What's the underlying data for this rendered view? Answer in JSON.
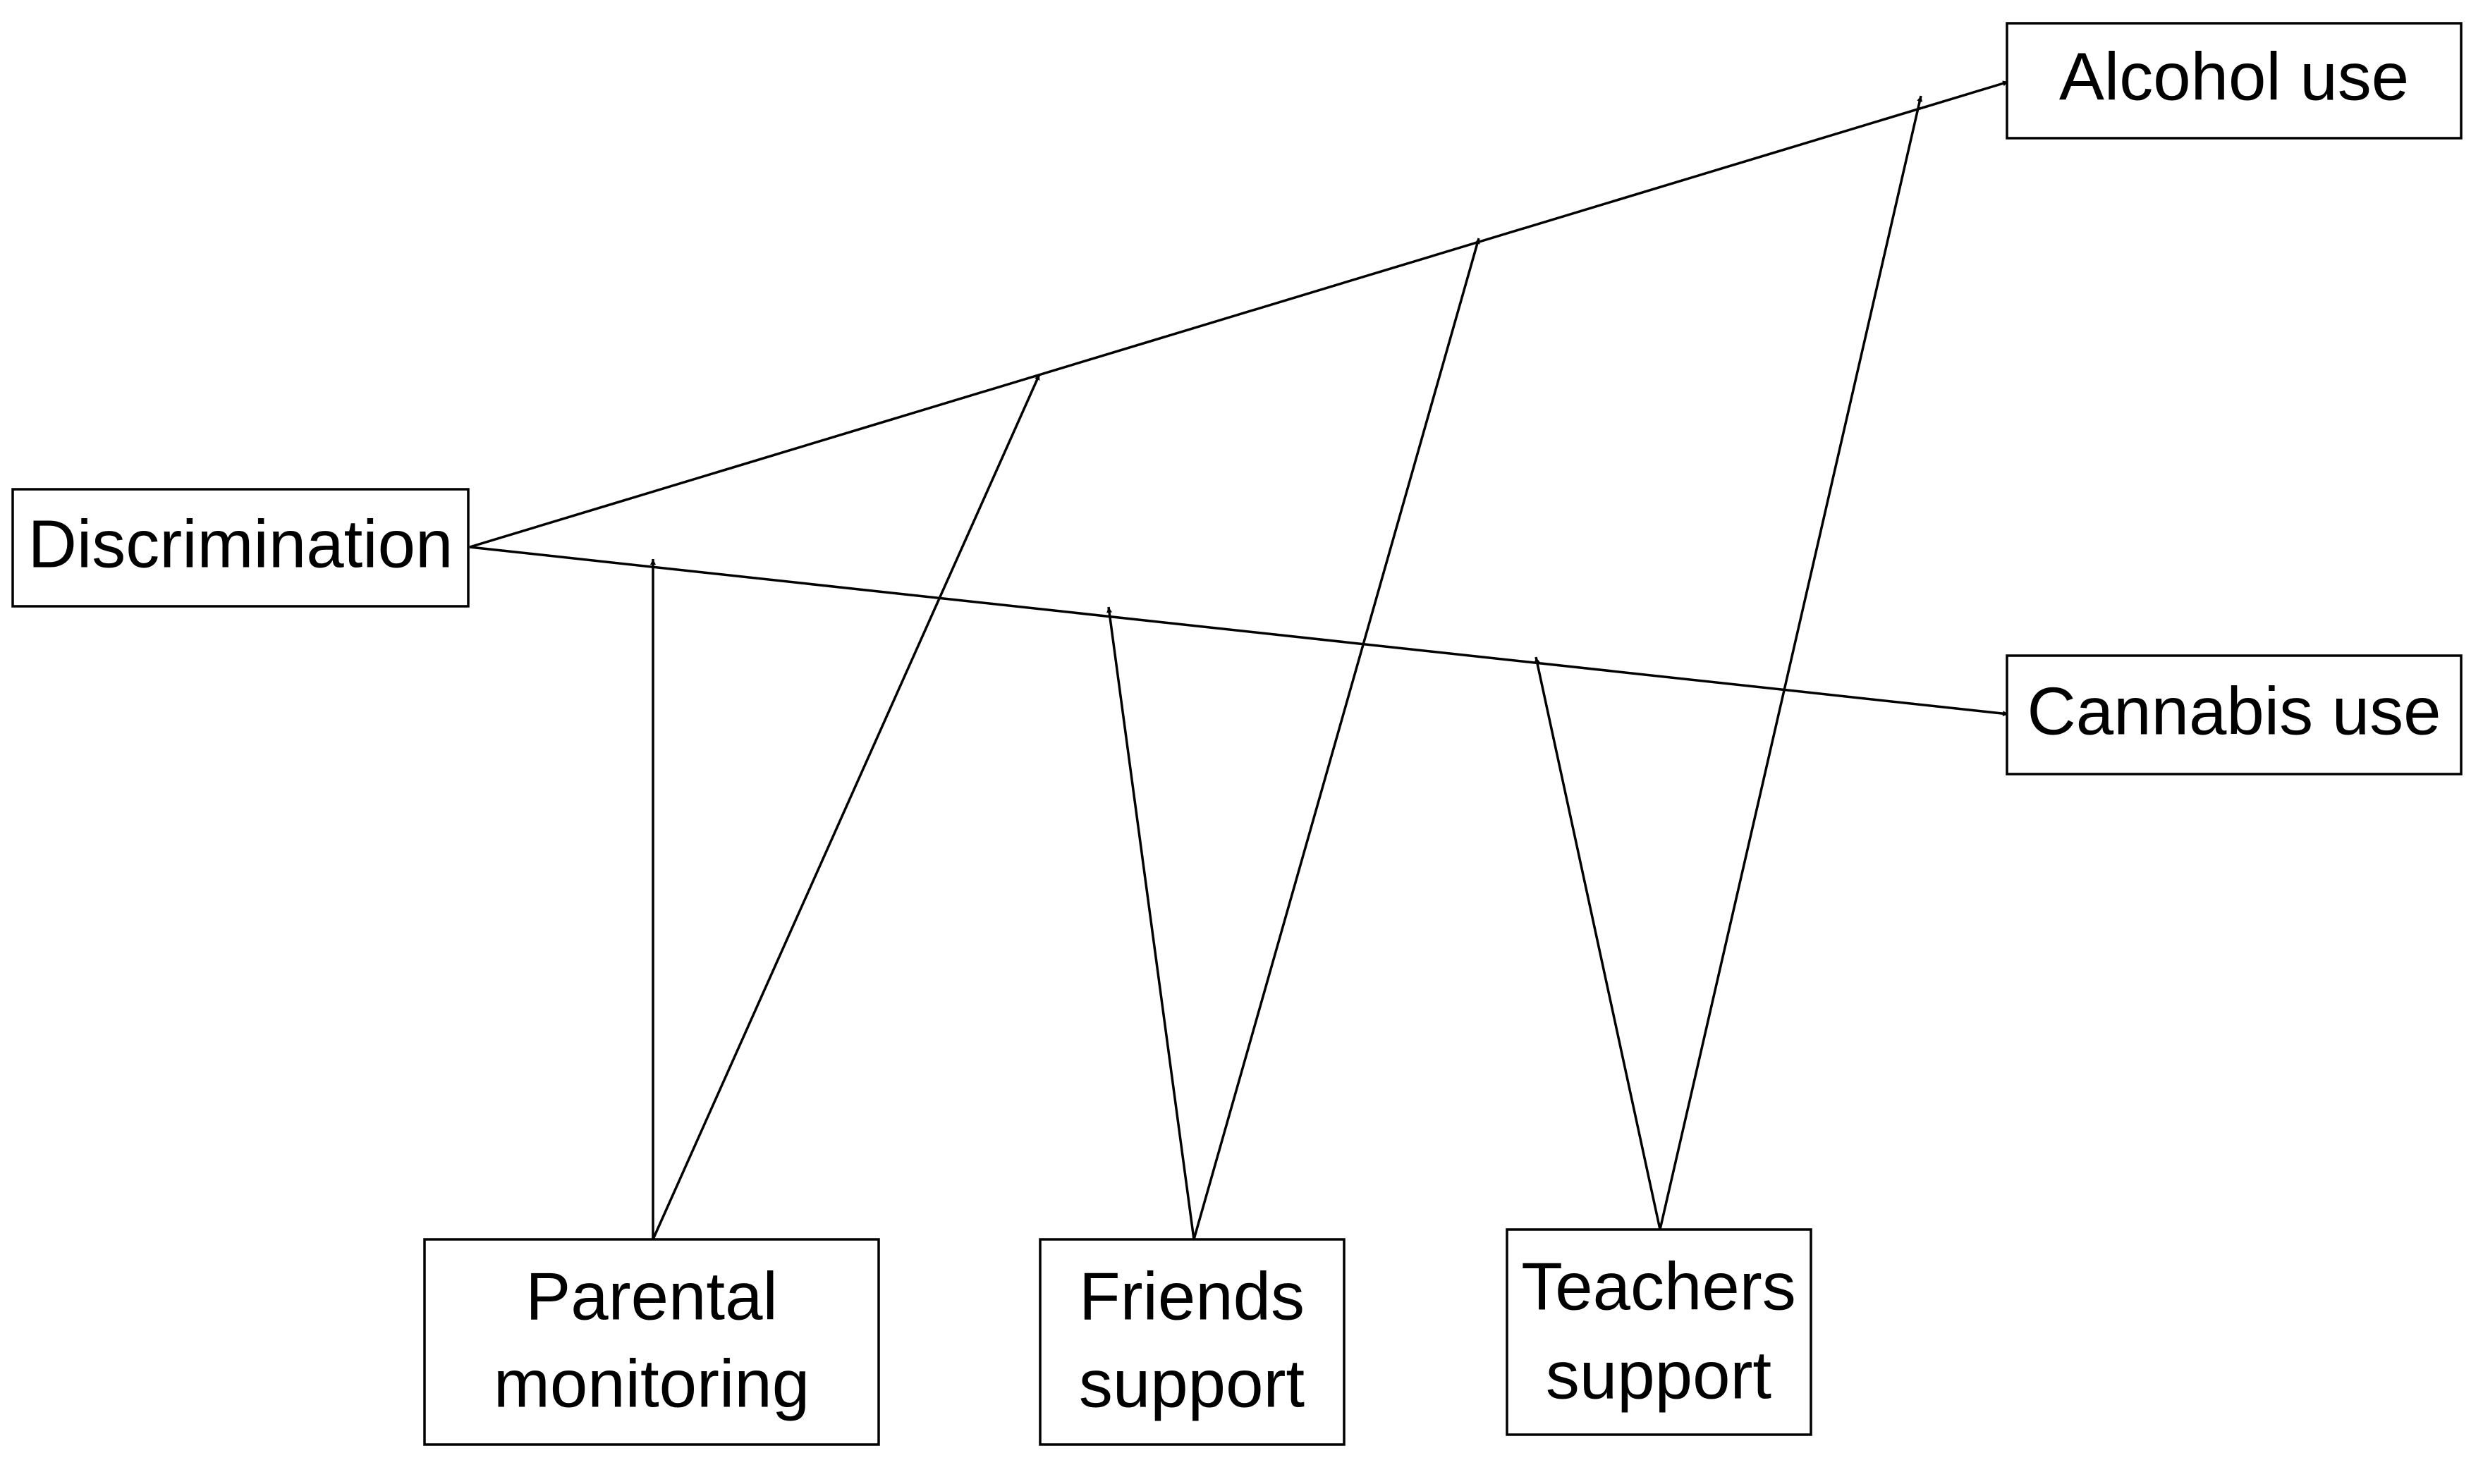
{
  "nodes": {
    "discrimination": {
      "label": "Discrimination"
    },
    "alcohol_use": {
      "label": "Alcohol use"
    },
    "cannabis_use": {
      "label": "Cannabis use"
    },
    "parental_monitoring": {
      "line1": "Parental",
      "line2": "monitoring"
    },
    "friends_support": {
      "line1": "Friends",
      "line2": "support"
    },
    "teachers_support": {
      "line1": "Teachers",
      "line2": "support"
    }
  },
  "edges": [
    {
      "from": "Discrimination",
      "to": "Alcohol use"
    },
    {
      "from": "Discrimination",
      "to": "Cannabis use"
    },
    {
      "from": "Parental monitoring",
      "to": "Discrimination → Cannabis use"
    },
    {
      "from": "Parental monitoring",
      "to": "Discrimination → Alcohol use"
    },
    {
      "from": "Friends support",
      "to": "Discrimination → Cannabis use"
    },
    {
      "from": "Friends support",
      "to": "Discrimination → Alcohol use"
    },
    {
      "from": "Teachers support",
      "to": "Discrimination → Cannabis use"
    },
    {
      "from": "Teachers support",
      "to": "Discrimination → Alcohol use"
    }
  ],
  "colors": {
    "stroke": "#000000",
    "background": "#ffffff"
  }
}
